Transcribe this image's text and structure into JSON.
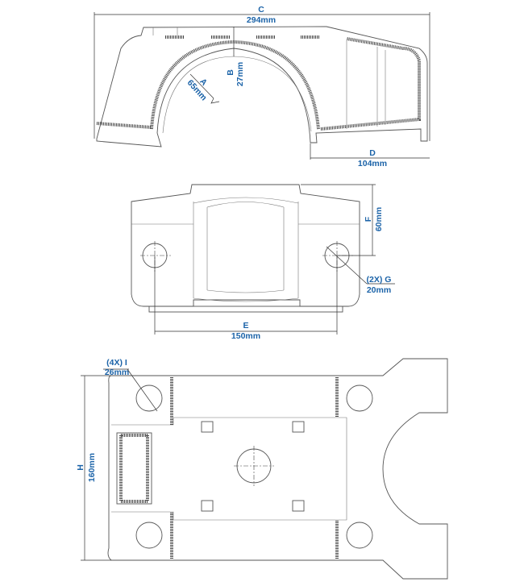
{
  "dimensions": {
    "A": {
      "letter": "A",
      "value": "65mm"
    },
    "B": {
      "letter": "B",
      "value": "27mm"
    },
    "C": {
      "letter": "C",
      "value": "294mm"
    },
    "D": {
      "letter": "D",
      "value": "104mm"
    },
    "E": {
      "letter": "E",
      "value": "150mm"
    },
    "F": {
      "letter": "F",
      "value": "60mm"
    },
    "G": {
      "letter": "(2X) G",
      "value": "20mm"
    },
    "H": {
      "letter": "H",
      "value": "160mm"
    },
    "I": {
      "letter": "(4X) I",
      "value": "26mm"
    }
  },
  "colors": {
    "label": "#1b63a8",
    "line": "#555555"
  }
}
